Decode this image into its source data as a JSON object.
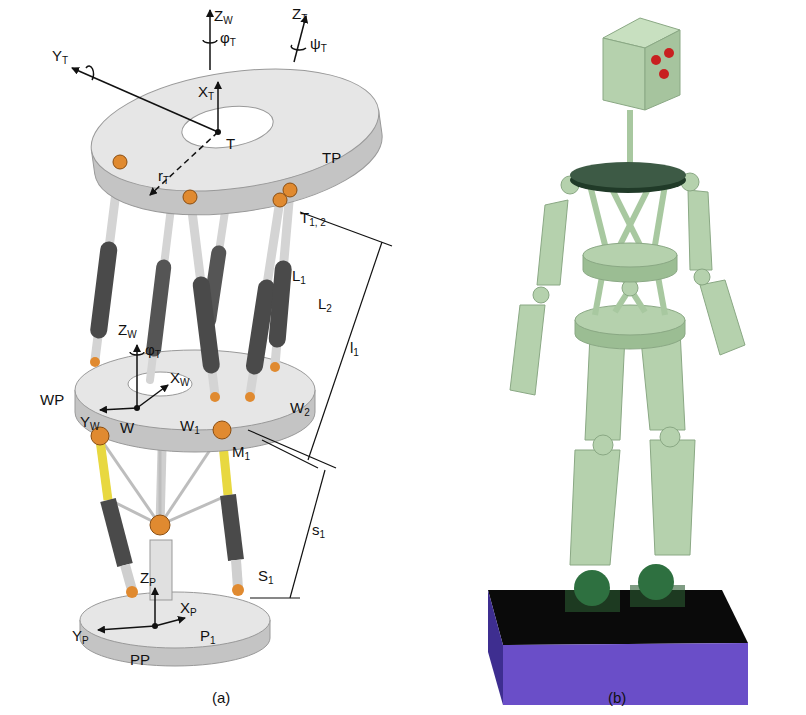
{
  "diagram": {
    "labels": [
      "ZW",
      "φT",
      "ZT",
      "ψT",
      "YT",
      "XT",
      "rT",
      "T",
      "TP",
      "T1, 2",
      "L1",
      "L2",
      "l1",
      "ZW",
      "φT",
      "XW",
      "WP",
      "YW",
      "W",
      "W2",
      "W1",
      "M1",
      "s1",
      "S1",
      "ZP",
      "XP",
      "YP",
      "P1",
      "PP",
      "(a)",
      "(b)"
    ]
  }
}
